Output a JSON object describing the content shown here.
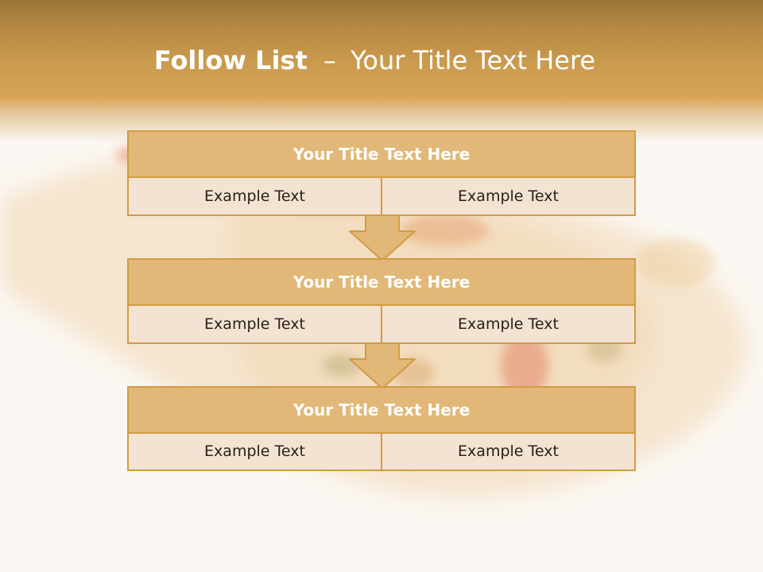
{
  "slide": {
    "title_bold": "Follow List",
    "title_separator": "–",
    "title_rest": "Your Title Text Here"
  },
  "blocks": [
    {
      "title": "Your Title Text Here",
      "left_text": "Example Text",
      "right_text": "Example Text"
    },
    {
      "title": "Your Title Text Here",
      "left_text": "Example Text",
      "right_text": "Example Text"
    },
    {
      "title": "Your Title Text Here",
      "left_text": "Example Text",
      "right_text": "Example Text"
    }
  ],
  "colors": {
    "header_dark": "#9a7535",
    "header_mid": "#d8a555",
    "block_border": "#d29b43",
    "block_title_fill": "#e1b877",
    "block_row_fill": "#f3e3d2",
    "arrow_fill": "#e1b877"
  },
  "icons": {
    "arrow": "down-arrow-icon"
  }
}
